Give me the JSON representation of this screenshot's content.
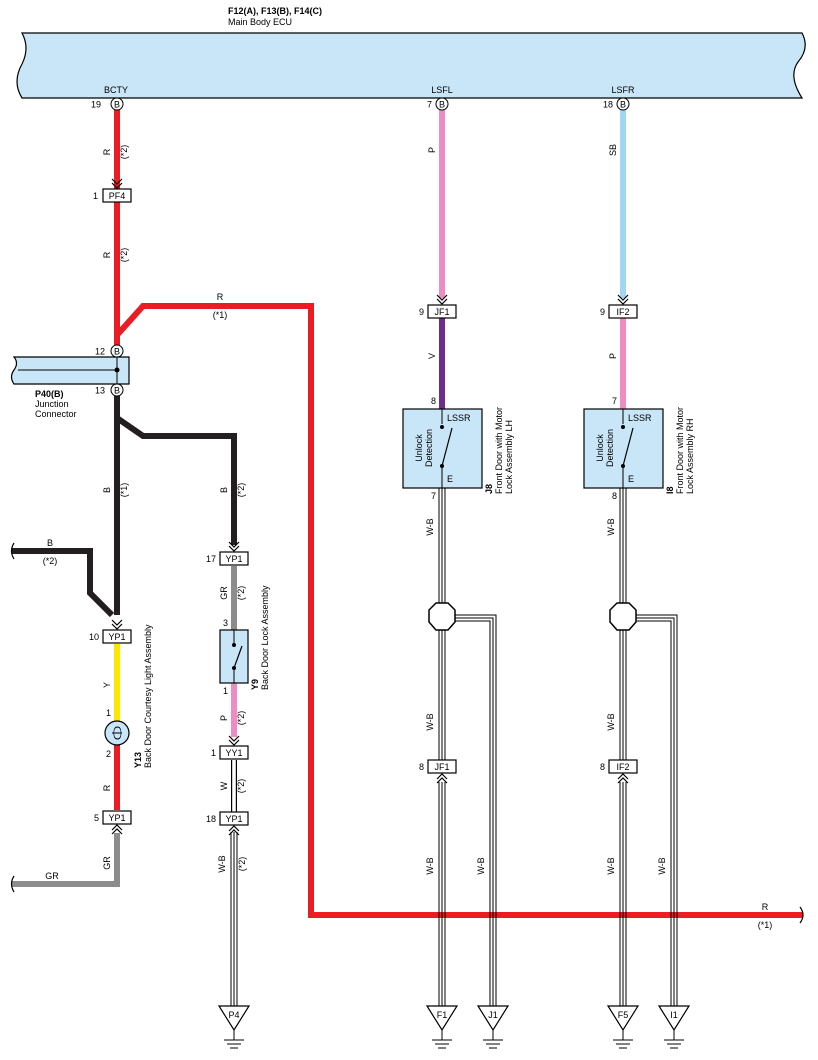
{
  "colors": {
    "ecu_fill": "#c8e6f8",
    "box_fill": "#c8e6f8",
    "wire_red": "#ec1c24",
    "wire_black": "#231f20",
    "wire_pink": "#f08cbf",
    "wire_skyblue": "#9fd6f4",
    "wire_violet": "#6e2c8c",
    "wire_yellow": "#ffe600",
    "wire_gray": "#8c8c8c",
    "wire_white": "#ffffff"
  },
  "ecu": {
    "code": "F12(A), F13(B), F14(C)",
    "name": "Main Body ECU",
    "terminals": [
      {
        "label": "BCTY",
        "pin": "19",
        "conn": "B"
      },
      {
        "label": "LSFL",
        "pin": "7",
        "conn": "B"
      },
      {
        "label": "LSFR",
        "pin": "18",
        "conn": "B"
      }
    ]
  },
  "junction": {
    "code": "P40(B)",
    "name_1": "Junction",
    "name_2": "Connector",
    "pin_top": "12",
    "pin_bottom": "13",
    "conn": "B"
  },
  "connectors": {
    "pf4": {
      "name": "PF4",
      "pin": "1"
    },
    "jf1_top": {
      "name": "JF1",
      "pin": "9"
    },
    "if2_top": {
      "name": "IF2",
      "pin": "9"
    },
    "yp1_mid": {
      "name": "YP1",
      "pin": "17"
    },
    "yp1_left": {
      "name": "YP1",
      "pin": "10"
    },
    "yy1": {
      "name": "YY1",
      "pin": "1"
    },
    "yp1_low": {
      "name": "YP1",
      "pin": "18"
    },
    "yp1_bottom": {
      "name": "YP1",
      "pin": "5"
    },
    "jf1_bot": {
      "name": "JF1",
      "pin": "8"
    },
    "if2_bot": {
      "name": "IF2",
      "pin": "8"
    }
  },
  "wires": {
    "r": "R",
    "b": "B",
    "p": "P",
    "sb": "SB",
    "v": "V",
    "gr": "GR",
    "y": "Y",
    "w": "W",
    "wb": "W-B",
    "note1": "(*1)",
    "note2": "(*2)"
  },
  "components": {
    "j8": {
      "code": "J8",
      "name_1": "Front Door with Motor",
      "name_2": "Lock Assembly LH",
      "pin_top": "8",
      "pin_bottom": "7",
      "inner_1": "Unlock",
      "inner_2": "Detection",
      "lssr": "LSSR",
      "e": "E"
    },
    "i8": {
      "code": "I8",
      "name_1": "Front Door with Motor",
      "name_2": "Lock Assembly RH",
      "pin_top": "7",
      "pin_bottom": "8",
      "inner_1": "Unlock",
      "inner_2": "Detection",
      "lssr": "LSSR",
      "e": "E"
    },
    "y9": {
      "code": "Y9",
      "name": "Back Door Lock Assembly",
      "pin_top": "3",
      "pin_bottom": "1"
    },
    "y13": {
      "code": "Y13",
      "name": "Back Door Courtesy Light Assembly",
      "pin_top": "1",
      "pin_bottom": "2"
    }
  },
  "grounds": [
    "P4",
    "F1",
    "J1",
    "F5",
    "I1"
  ]
}
